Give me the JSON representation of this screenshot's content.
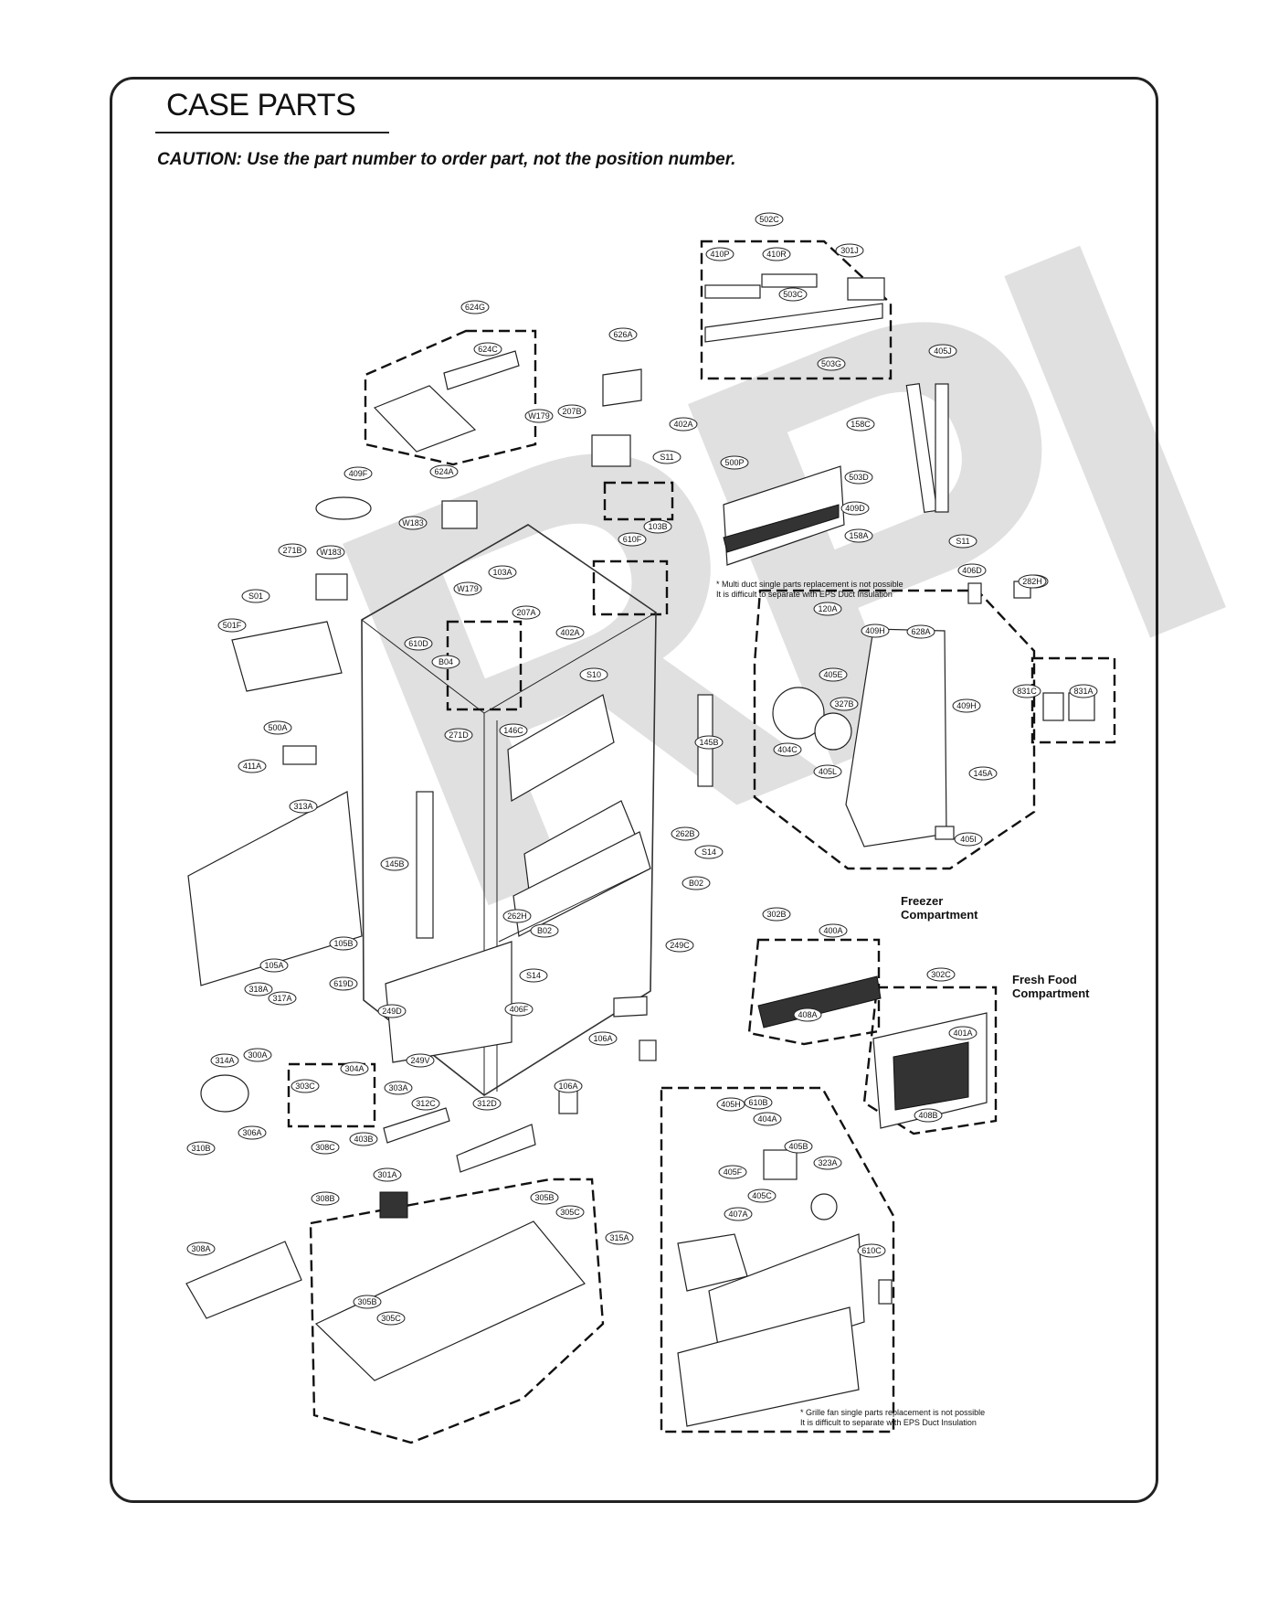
{
  "title": "CASE PARTS",
  "caution": "CAUTION: Use the part number to order part, not the position number.",
  "watermark": "RPI",
  "notes": {
    "multi_duct": "* Multi duct single parts replacement is not possible\nIt is difficult to separate with EPS Duct Insulation",
    "grille_fan": "* Grille fan single parts replacement is not possible\nIt is difficult to separate with EPS Duct Insulation"
  },
  "compartments": {
    "freezer": "Freezer\nCompartment",
    "fresh_food": "Fresh Food\nCompartment"
  },
  "labels": [
    "502C",
    "410P",
    "410R",
    "301J",
    "503C",
    "503G",
    "405J",
    "624G",
    "624C",
    "626A",
    "W179",
    "207B",
    "402A",
    "158C",
    "S11",
    "500P",
    "503D",
    "409D",
    "158A",
    "S11",
    "409F",
    "624A",
    "W183",
    "103B",
    "610F",
    "271B",
    "W183",
    "103A",
    "W179",
    "207A",
    "402A",
    "406D",
    "282G",
    "282H",
    "S01",
    "501F",
    "610D",
    "B04",
    "S10",
    "120A",
    "409H",
    "628A",
    "405E",
    "327B",
    "404C",
    "405L",
    "409H",
    "831C",
    "831A",
    "271D",
    "146C",
    "145B",
    "145A",
    "405I",
    "500A",
    "411A",
    "313A",
    "145B",
    "262B",
    "S14",
    "B02",
    "262H",
    "B02",
    "249C",
    "S14",
    "105B",
    "105A",
    "619D",
    "318A",
    "317A",
    "249D",
    "406F",
    "249V",
    "106A",
    "106A",
    "302B",
    "400A",
    "302C",
    "401A",
    "408A",
    "408B",
    "314A",
    "300A",
    "304A",
    "303C",
    "303A",
    "312C",
    "312D",
    "310B",
    "306A",
    "308C",
    "403B",
    "301A",
    "308B",
    "610B",
    "405H",
    "404A",
    "405B",
    "405F",
    "323A",
    "405C",
    "407A",
    "305B",
    "305C",
    "315A",
    "308A",
    "305B",
    "305C",
    "610C"
  ]
}
